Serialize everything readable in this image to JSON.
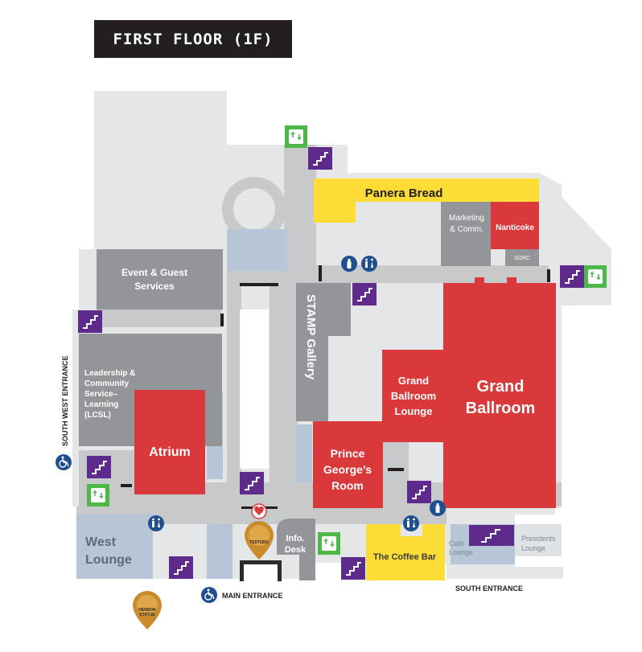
{
  "title": "FIRST FLOOR (1F)",
  "colors": {
    "building": "#e4e6e7",
    "corridor": "#c7c9cb",
    "room_gray": "#939598",
    "room_red": "#d9393b",
    "room_yellow": "#fddc36",
    "window_blue": "#b7c6d6",
    "stairs_purple": "#5e2b8c",
    "elevator_green": "#4db848",
    "icon_navy": "#1f4f8f",
    "pin_gold": "#c98b2b"
  },
  "rooms": {
    "panera": "Panera Bread",
    "marketing_1": "Marketing",
    "marketing_2": "& Comm.",
    "nanticoke": "Nanticoke",
    "sorc": "SORC",
    "event_1": "Event & Guest",
    "event_2": "Services",
    "stamp_gallery": "STAMP Gallery",
    "lcsl_1": "Leadership &",
    "lcsl_2": "Community",
    "lcsl_3": "Service–",
    "lcsl_4": "Learning",
    "lcsl_5": "(LCSL)",
    "atrium": "Atrium",
    "gbl_1": "Grand",
    "gbl_2": "Ballroom",
    "gbl_3": "Lounge",
    "gb_1": "Grand",
    "gb_2": "Ballroom",
    "pg_1": "Prince",
    "pg_2": "George’s",
    "pg_3": "Room",
    "west_1": "West",
    "west_2": "Lounge",
    "info_1": "Info.",
    "info_2": "Desk",
    "coffee": "The Coffee Bar",
    "cafe_1": "Cafe",
    "cafe_2": "Lounge",
    "presidents_1": "Presidents",
    "presidents_2": "Lounge"
  },
  "entrances": {
    "south_west": "SOUTH WEST ENTRANCE",
    "main": "MAIN ENTRANCE",
    "south": "SOUTH ENTRANCE"
  },
  "pins": {
    "testudo": "TESTUDO",
    "henson_1": "HENSON",
    "henson_2": "STATUE"
  },
  "icons": {
    "stairs": "stairs-icon",
    "elevator": "elevator-icon",
    "restroom": "restroom-icon",
    "water": "water-bottle-icon",
    "accessible": "wheelchair-icon",
    "aed": "aed-heart-icon",
    "pin": "map-pin-icon"
  }
}
